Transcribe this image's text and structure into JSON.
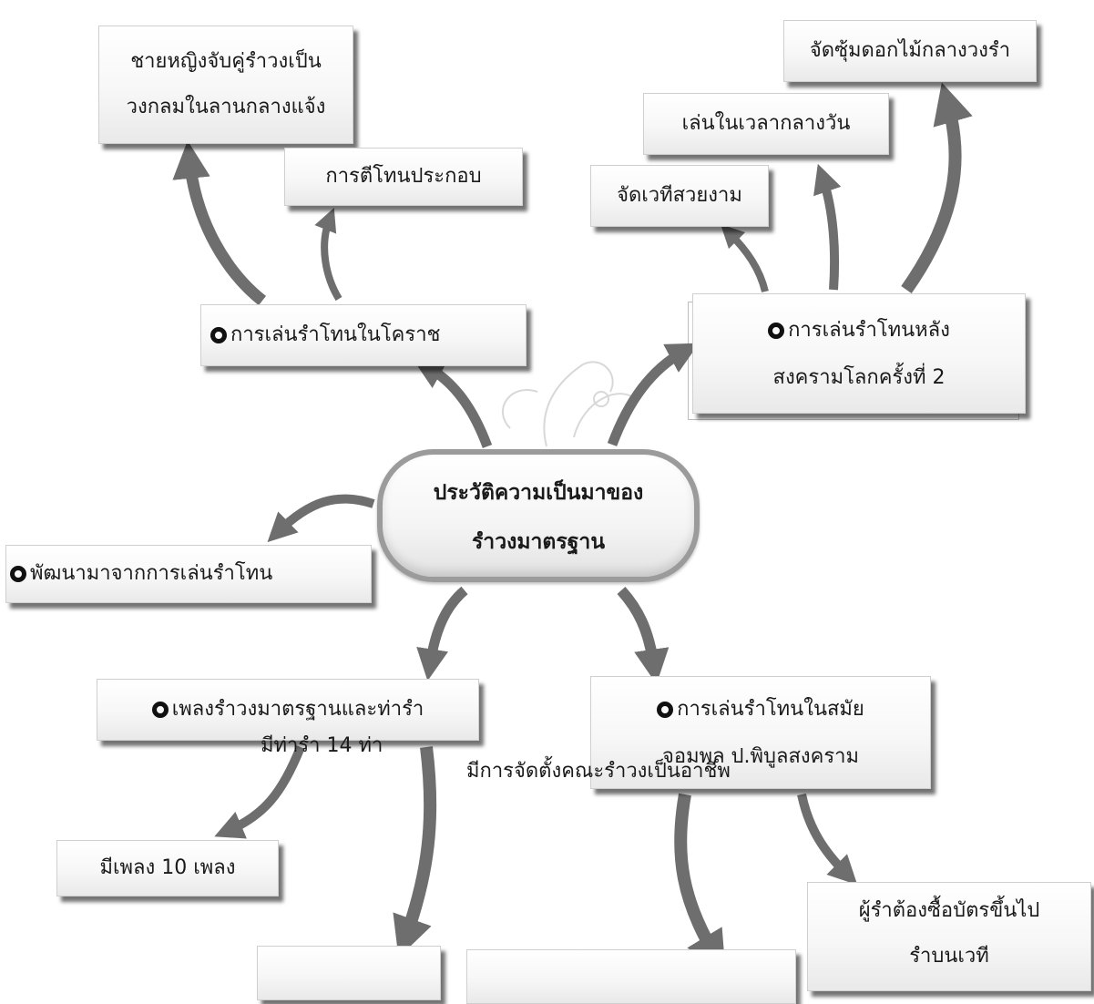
{
  "center_topic": {
    "line1": "ประวัติความเป็นมาของ",
    "line2": "รำวงมาตรฐาน"
  },
  "branches": {
    "korat": {
      "title": "การเล่นรำโทนในโคราช",
      "children": {
        "couples": {
          "line1": "ชายหญิงจับคู่รำวงเป็น",
          "line2": "วงกลมในลานกลางแจ้ง"
        },
        "drum": "การตีโทนประกอบ"
      }
    },
    "post_war": {
      "title_line1": "การเล่นรำโทนหลัง",
      "title_line2": "สงครามโลกครั้งที่ 2",
      "children": {
        "flowers": "จัดซุ้มดอกไม้กลางวงรำ",
        "daytime": "เล่นในเวลากลางวัน",
        "stage": "จัดเวทีสวยงาม"
      }
    },
    "developed": {
      "title": "พัฒนามาจากการเล่นรำโทน"
    },
    "songs": {
      "title": "เพลงรำวงมาตรฐานและท่ารำ",
      "dance_count": "มีท่ารำ  14  ท่า",
      "children": {
        "song_count": "มีเพลง  10  เพลง"
      }
    },
    "phibun": {
      "title_line1": "การเล่นรำโทนในสมัย",
      "title_line2": "จอมพล ป.พิบูลสงคราม",
      "professional": "มีการจัดตั้งคณะรำวงเป็นอาชีพ",
      "children": {
        "ticket_line1": "ผู้รำต้องซื้อบัตรขึ้นไป",
        "ticket_line2": "รำบนเวที"
      }
    }
  },
  "colors": {
    "arrow": "#6e6e6e",
    "box_border": "#cfcfcf",
    "shadow": "#333333",
    "center_border": "#9b9b9b"
  }
}
